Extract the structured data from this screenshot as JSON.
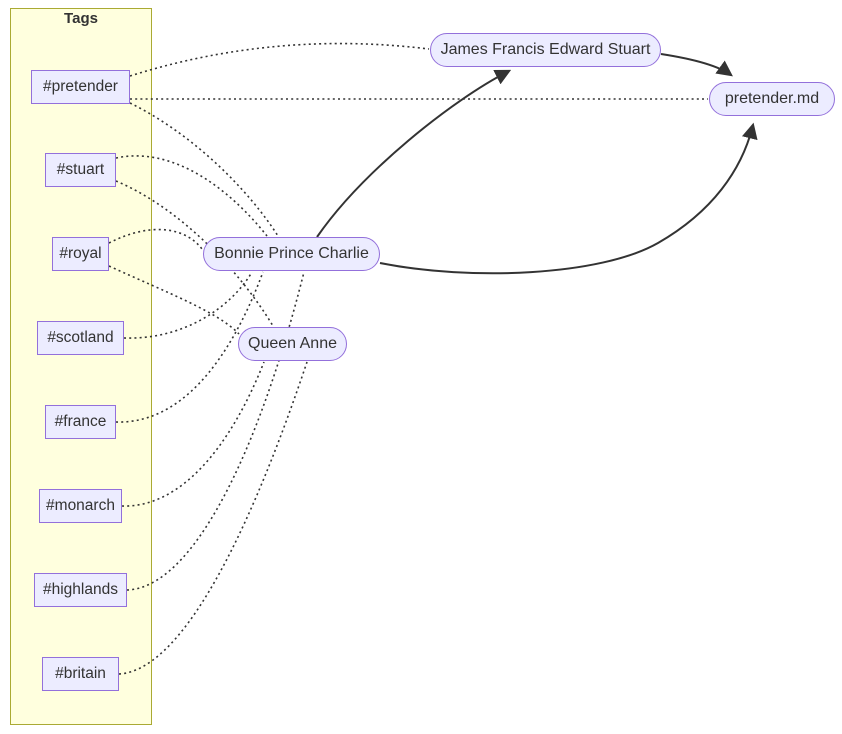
{
  "diagram": {
    "type": "flowchart-graph",
    "background": "#ffffff",
    "colors": {
      "node_fill": "#ececff",
      "node_border": "#9370db",
      "cluster_fill": "#ffffde",
      "cluster_border": "#aaaa33",
      "edge": "#333333",
      "text": "#333333"
    },
    "cluster": {
      "label": "Tags"
    },
    "tags": [
      {
        "id": "pretender",
        "label": "#pretender"
      },
      {
        "id": "stuart",
        "label": "#stuart"
      },
      {
        "id": "royal",
        "label": "#royal"
      },
      {
        "id": "scotland",
        "label": "#scotland"
      },
      {
        "id": "france",
        "label": "#france"
      },
      {
        "id": "monarch",
        "label": "#monarch"
      },
      {
        "id": "highlands",
        "label": "#highlands"
      },
      {
        "id": "britain",
        "label": "#britain"
      }
    ],
    "notes": [
      {
        "id": "james",
        "label": "James Francis Edward Stuart",
        "shape": "stadium"
      },
      {
        "id": "file",
        "label": "pretender.md",
        "shape": "stadium"
      },
      {
        "id": "bonnie",
        "label": "Bonnie Prince Charlie",
        "shape": "stadium"
      },
      {
        "id": "anne",
        "label": "Queen Anne",
        "shape": "stadium"
      }
    ],
    "edges": [
      {
        "from": "#pretender",
        "to": "James Francis Edward Stuart",
        "style": "dotted",
        "arrow": false
      },
      {
        "from": "#pretender",
        "to": "pretender.md",
        "style": "dotted",
        "arrow": false
      },
      {
        "from": "#pretender",
        "to": "Bonnie Prince Charlie",
        "style": "dotted",
        "arrow": false
      },
      {
        "from": "#stuart",
        "to": "Bonnie Prince Charlie",
        "style": "dotted",
        "arrow": false
      },
      {
        "from": "#stuart",
        "to": "Queen Anne",
        "style": "dotted",
        "arrow": false
      },
      {
        "from": "#royal",
        "to": "Bonnie Prince Charlie",
        "style": "dotted",
        "arrow": false
      },
      {
        "from": "#royal",
        "to": "Queen Anne",
        "style": "dotted",
        "arrow": false
      },
      {
        "from": "#scotland",
        "to": "Bonnie Prince Charlie",
        "style": "dotted",
        "arrow": false
      },
      {
        "from": "#france",
        "to": "Bonnie Prince Charlie",
        "style": "dotted",
        "arrow": false
      },
      {
        "from": "#monarch",
        "to": "Queen Anne",
        "style": "dotted",
        "arrow": false
      },
      {
        "from": "#highlands",
        "to": "Bonnie Prince Charlie",
        "style": "dotted",
        "arrow": false
      },
      {
        "from": "#britain",
        "to": "Queen Anne",
        "style": "dotted",
        "arrow": false
      },
      {
        "from": "Bonnie Prince Charlie",
        "to": "James Francis Edward Stuart",
        "style": "solid",
        "arrow": true
      },
      {
        "from": "James Francis Edward Stuart",
        "to": "pretender.md",
        "style": "solid",
        "arrow": true
      },
      {
        "from": "Bonnie Prince Charlie",
        "to": "pretender.md",
        "style": "solid",
        "arrow": true
      }
    ]
  }
}
